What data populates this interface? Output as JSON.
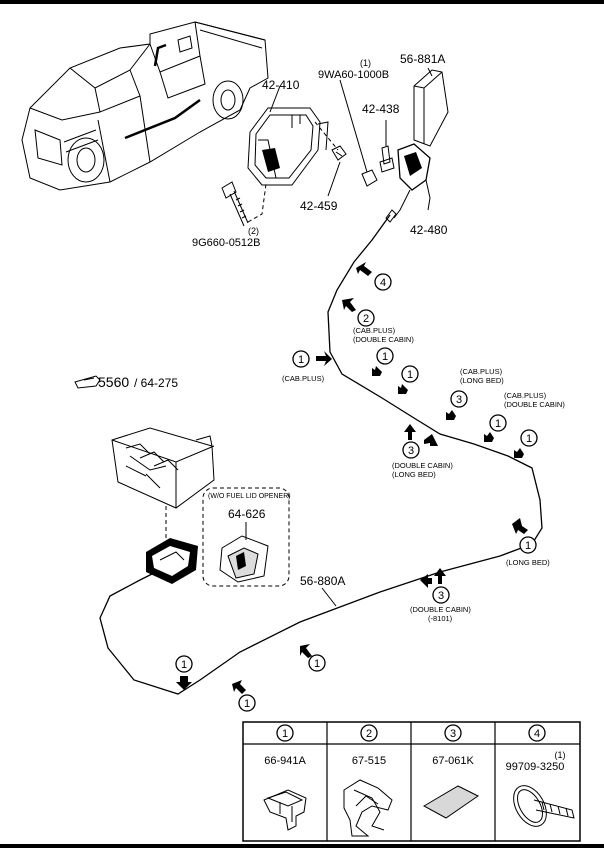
{
  "parts": {
    "p42410": "42-410",
    "p9wa60_qty": "(1)",
    "p9wa60": "9WA60-1000B",
    "p56881a": "56-881A",
    "p42438": "42-438",
    "p42459": "42-459",
    "p42480": "42-480",
    "p9g660_qty": "(2)",
    "p9g660": "9G660-0512B",
    "p56880a": "56-880A",
    "p64626": "64-626"
  },
  "reference": {
    "ref_main": "5560",
    "ref_sub": "/ 64-275"
  },
  "notes": {
    "cab_plus": "(CAB.PLUS)",
    "cab_plus_b": "(CAB.PLUS)",
    "double_cabin": "(DOUBLE CABIN)",
    "cab_plus_c": "(CAB.PLUS)",
    "long_bed": "(LONG BED)",
    "cab_plus_d": "(CAB.PLUS)",
    "double_cabin_b": "(DOUBLE CABIN)",
    "double_cabin_c": "(DOUBLE CABIN)",
    "long_bed_b": "(LONG BED)",
    "long_bed_c": "(LONG BED)",
    "double_cabin_d": "(DOUBLE CABIN)",
    "code_8101": "(-8101)",
    "wo_opener": "(W/O FUEL LID OPENER)"
  },
  "callouts": {
    "c1": "1",
    "c2": "2",
    "c3": "3",
    "c4": "4"
  },
  "legend": {
    "headers": [
      "1",
      "2",
      "3",
      "4"
    ],
    "parts": [
      "66-941A",
      "67-515",
      "67-061K",
      "99709-3250"
    ],
    "qty4": "(1)"
  }
}
